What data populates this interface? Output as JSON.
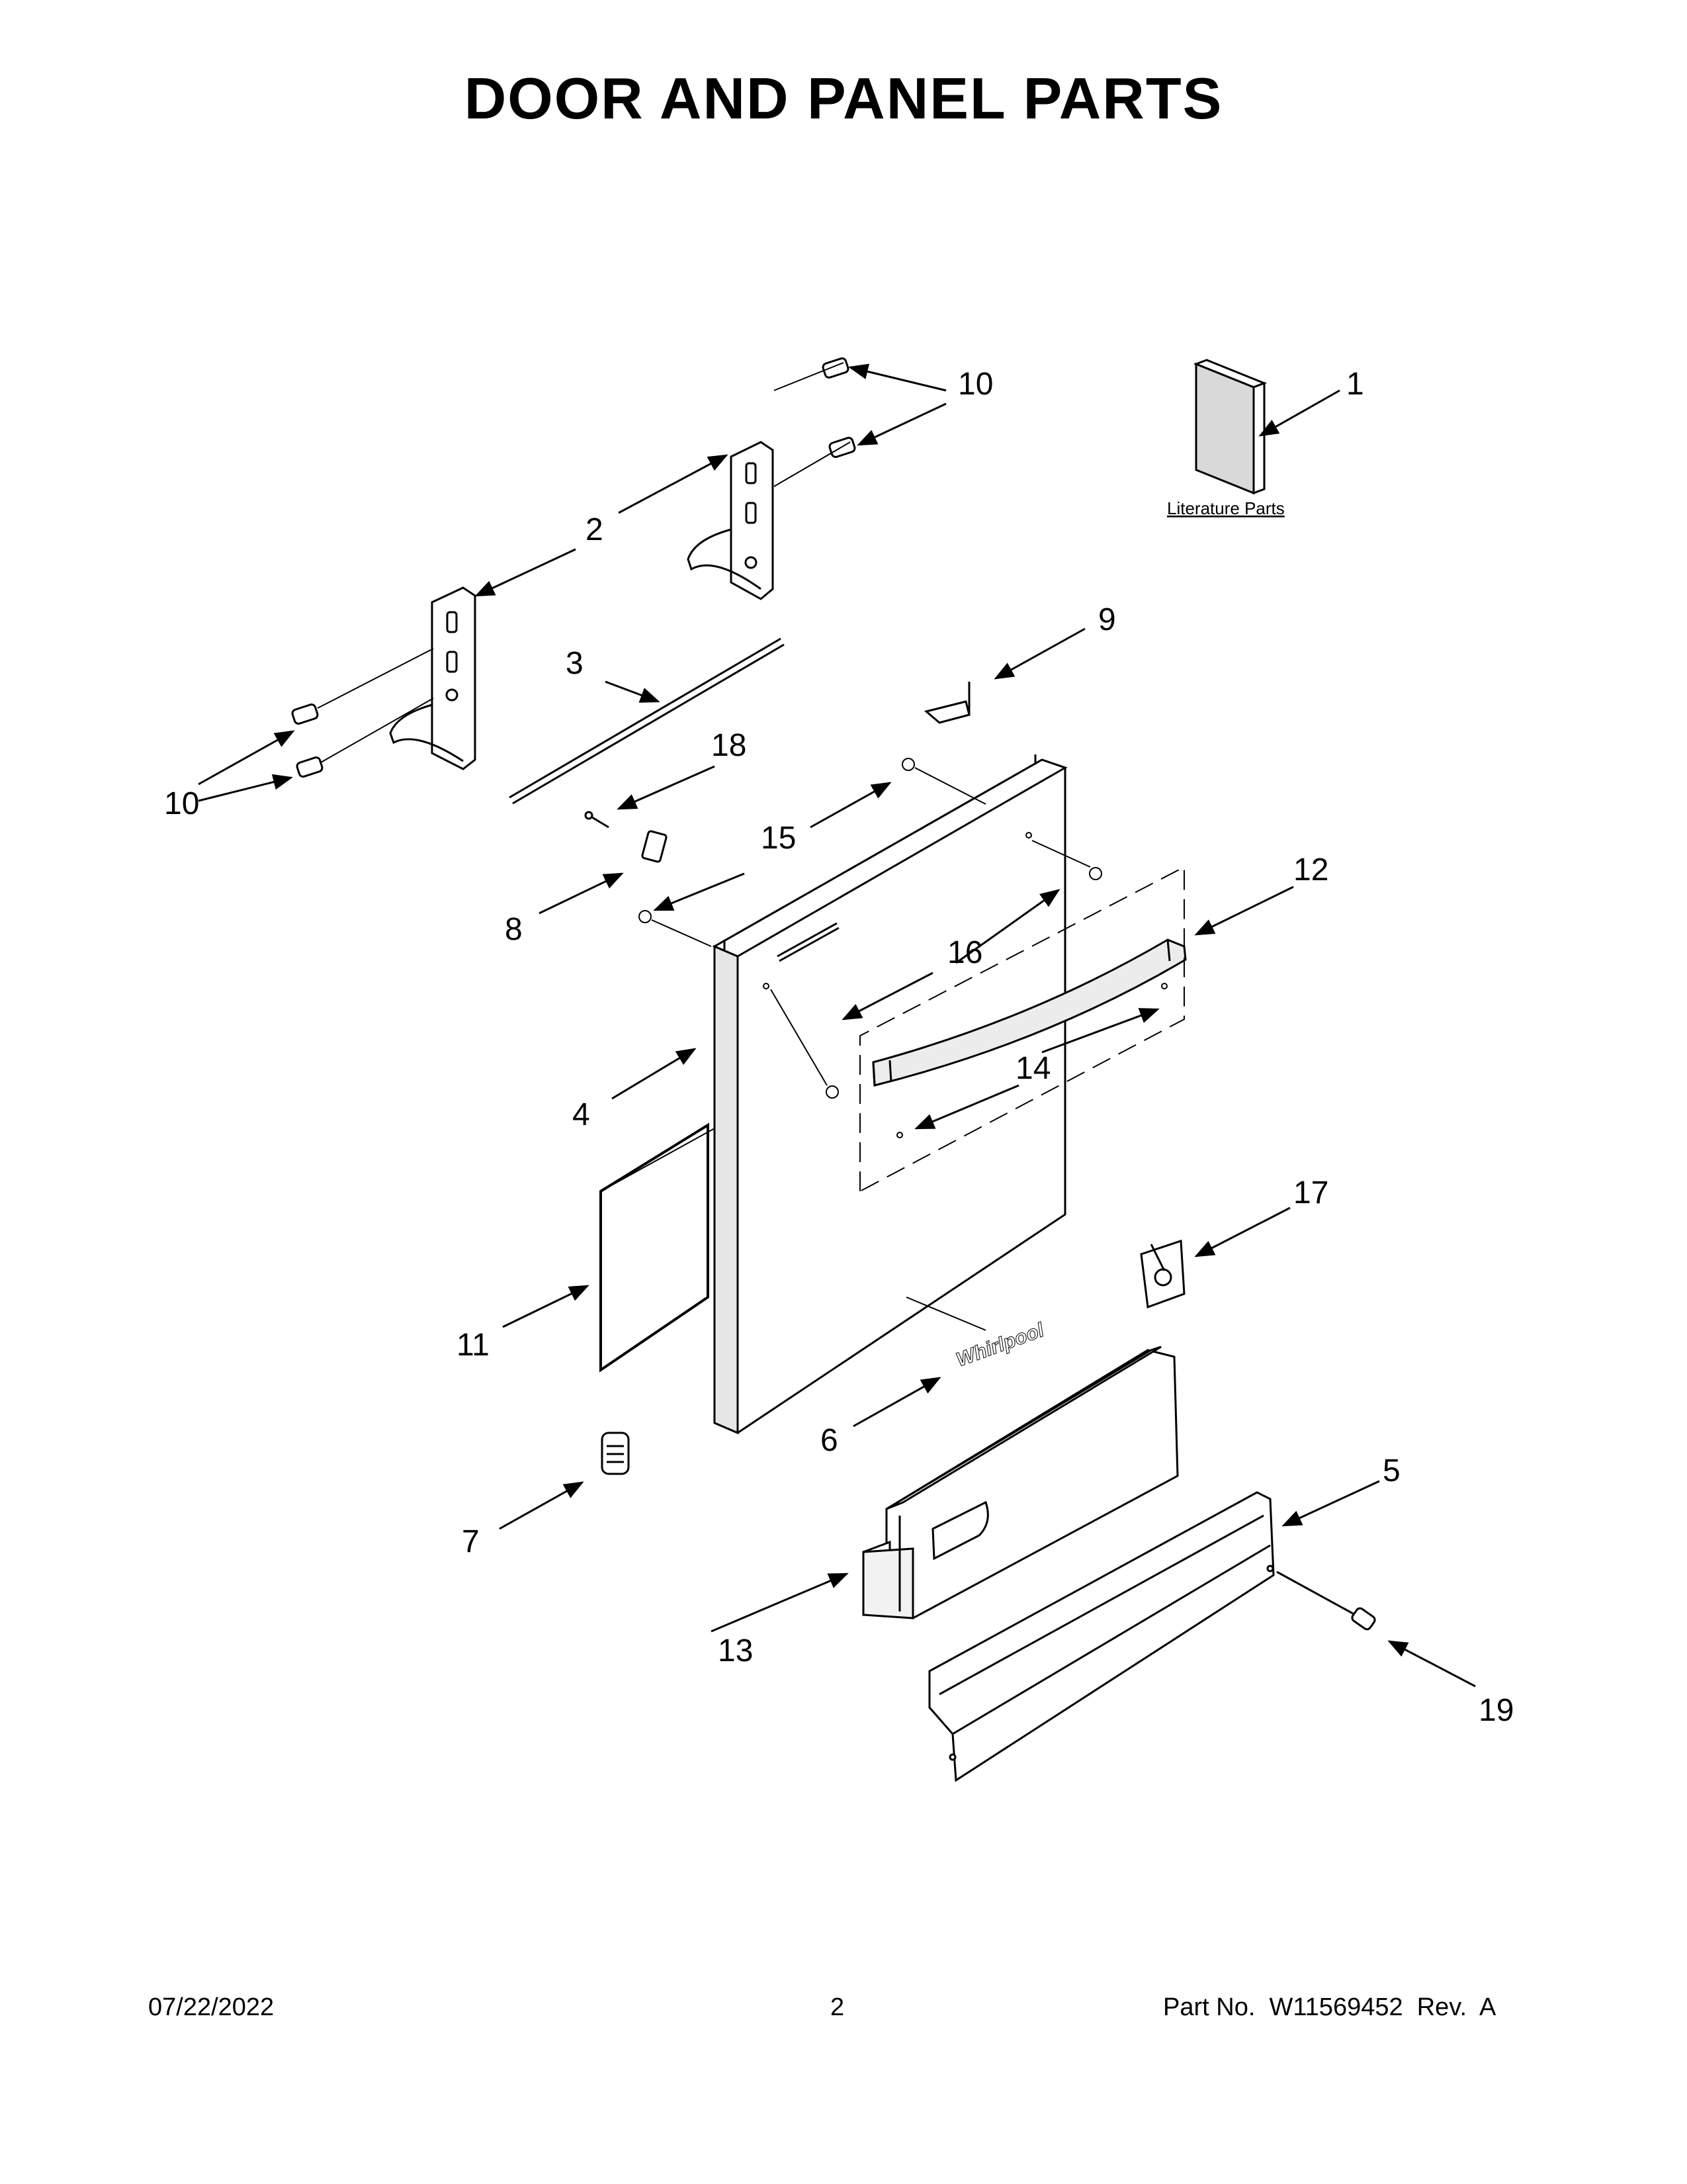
{
  "title": "DOOR AND PANEL PARTS",
  "literature_label": "Literature Parts",
  "brand_logo": "Whirlpool",
  "callouts": [
    "1",
    "2",
    "3",
    "4",
    "5",
    "6",
    "7",
    "8",
    "9",
    "10",
    "10",
    "11",
    "12",
    "13",
    "14",
    "15",
    "16",
    "17",
    "18",
    "19"
  ],
  "footer": {
    "date": "07/22/2022",
    "page": "2",
    "part_number": "Part No.  W11569452  Rev.  A"
  },
  "colors": {
    "ink": "#000000",
    "paper": "#ffffff",
    "shade": "#d9d9d9"
  }
}
